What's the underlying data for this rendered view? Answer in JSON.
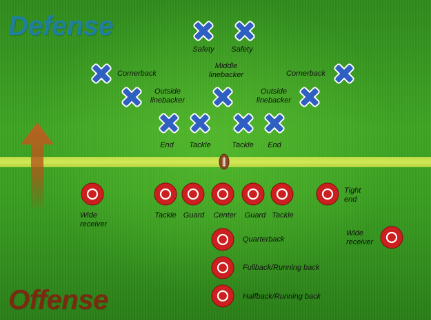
{
  "titles": {
    "defense": "Defense",
    "offense": "Offense"
  },
  "colors": {
    "defense": "#2f5fc0",
    "offense": "#cc1f1f",
    "defense_title": "#1f7f9e",
    "offense_title": "#7a2a10",
    "line_of_scrimmage": "#d6e84f",
    "arrow": "#b2581c"
  },
  "icons": {
    "defense": "x-mark-icon",
    "offense": "circle-ring-icon",
    "ball": "football-icon",
    "direction": "up-arrow-icon"
  },
  "defense_labels": {
    "safety_left": "Safety",
    "safety_right": "Safety",
    "cornerback_left": "Cornerback",
    "cornerback_right": "Cornerback",
    "middle_linebacker": "Middle\nlinebacker",
    "outside_linebacker_left": "Outside\nlinebacker",
    "outside_linebacker_right": "Outside\nlinebacker",
    "end_left": "End",
    "tackle_left": "Tackle",
    "tackle_right": "Tackle",
    "end_right": "End"
  },
  "offense_labels": {
    "wide_receiver_left": "Wide\nreceiver",
    "tackle_left": "Tackle",
    "guard_left": "Guard",
    "center": "Center",
    "guard_right": "Guard",
    "tackle_right": "Tackle",
    "tight_end": "Tight\nend",
    "wide_receiver_right": "Wide\nreceiver",
    "quarterback": "Quarterback",
    "fullback": "Fullback/Running back",
    "halfback": "Halfback/Running back"
  }
}
